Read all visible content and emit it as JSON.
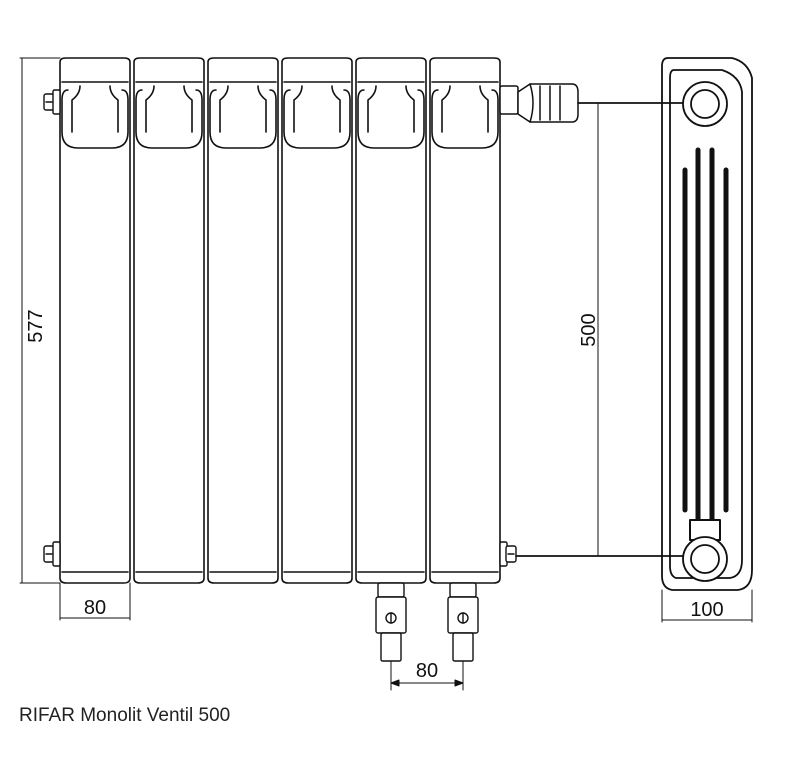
{
  "diagram": {
    "caption": "RIFAR Monolit Ventil 500",
    "section_count": 6,
    "dimensions": {
      "total_height": "577",
      "axis_distance": "500",
      "section_width": "80",
      "connection_spacing": "80",
      "depth": "100"
    },
    "colors": {
      "line": "#111111",
      "fill": "#ffffff"
    }
  }
}
